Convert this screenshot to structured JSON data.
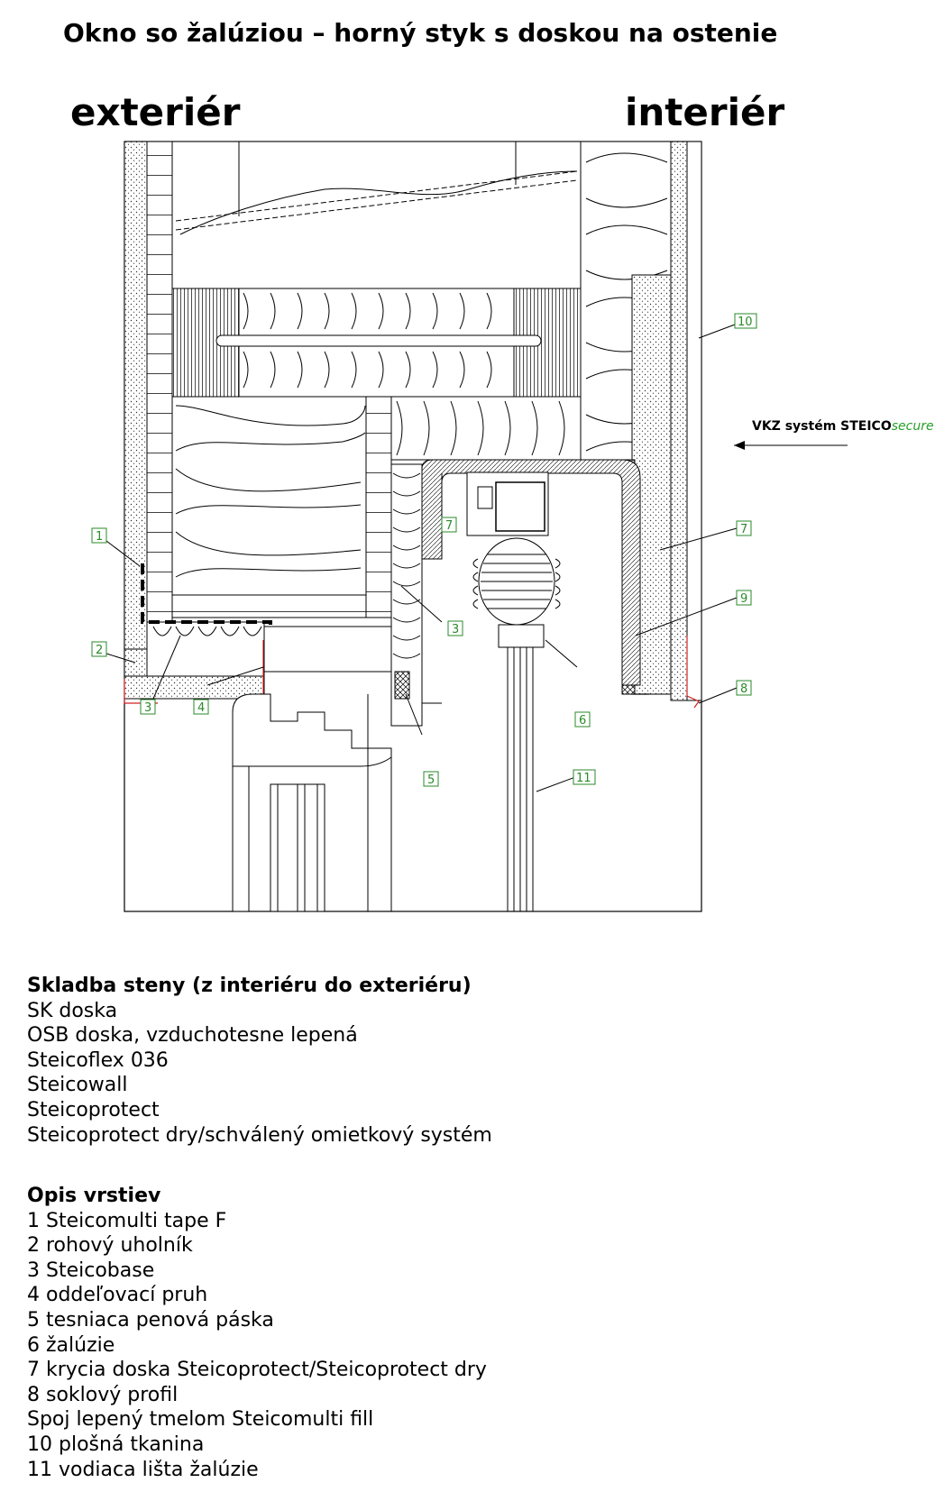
{
  "title": "Okno so žalúziou – horný styk s doskou na ostenie",
  "side_labels": {
    "exterior": "exteriér",
    "interior": "interiér"
  },
  "annotation": {
    "prefix": "VKZ systém ",
    "brand": "STEICO",
    "brand_suffix": "secure"
  },
  "callouts": [
    "1",
    "2",
    "3",
    "4",
    "5",
    "6",
    "7",
    "3",
    "7",
    "9",
    "8",
    "10",
    "11"
  ],
  "skladba": {
    "heading": "Skladba steny (z interiéru do exteriéru)",
    "items": [
      "SK doska",
      "OSB doska, vzduchotesne lepená",
      "Steicoflex 036",
      "Steicowall",
      "Steicoprotect",
      "Steicoprotect dry/schválený omietkový systém"
    ]
  },
  "opis": {
    "heading": "Opis vrstiev",
    "items": [
      "1 Steicomulti tape F",
      "2 rohový uholník",
      "3 Steicobase",
      "4 oddeľovací pruh",
      "5 tesniaca penová páska",
      "6 žalúzie",
      "7 krycia doska Steicoprotect/Steicoprotect dry",
      "8 soklový profil",
      "Spoj lepený tmelom Steicomulti fill",
      "10 plošná tkanina",
      "11 vodiaca lišta žalúzie"
    ]
  },
  "colors": {
    "label_green": "#2a8a2a",
    "accent_red": "#d22020",
    "brand_green": "#2aa02a"
  }
}
